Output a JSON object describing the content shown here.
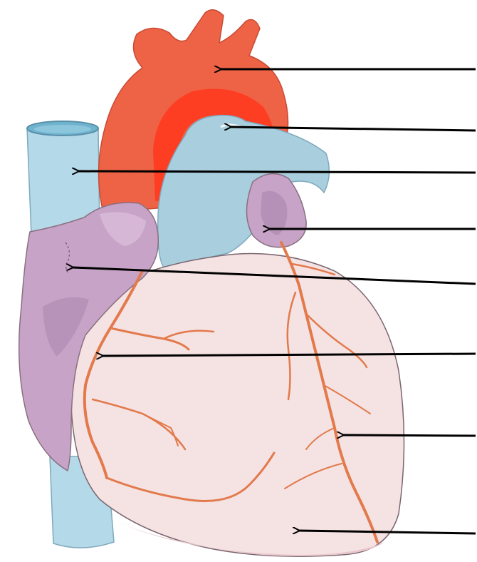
{
  "diagram": {
    "pointer_count": 8,
    "colors": {
      "aorta": "#ee6345",
      "aorta_highlight": "#ff3a1f",
      "pulmonary_trunk": "#a9cfdf",
      "vena_cava": "#b4d9e8",
      "vena_cava_opening": "#6fb3cf",
      "atrium": "#c7a4c7",
      "atrium_dark": "#b08cb3",
      "ventricle": "#f5e2e3",
      "ventricle_shadow": "#e9c8cd",
      "coronary_vessel": "#e27a4c",
      "outline": "#8a6f80",
      "arrow": "#000000"
    },
    "structures": [
      {
        "id": "aorta-arch",
        "icon": "aorta-shape"
      },
      {
        "id": "pulmonary-trunk",
        "icon": "pulmonary-trunk-shape"
      },
      {
        "id": "superior-vena-cava",
        "icon": "vessel-tube-shape"
      },
      {
        "id": "left-atrial-appendage",
        "icon": "appendage-shape"
      },
      {
        "id": "right-atrium",
        "icon": "atrium-shape"
      },
      {
        "id": "right-coronary-artery",
        "icon": "artery-branch-shape"
      },
      {
        "id": "left-anterior-descending-artery",
        "icon": "artery-branch-shape"
      },
      {
        "id": "ventricle-apex",
        "icon": "ventricle-shape"
      }
    ]
  }
}
